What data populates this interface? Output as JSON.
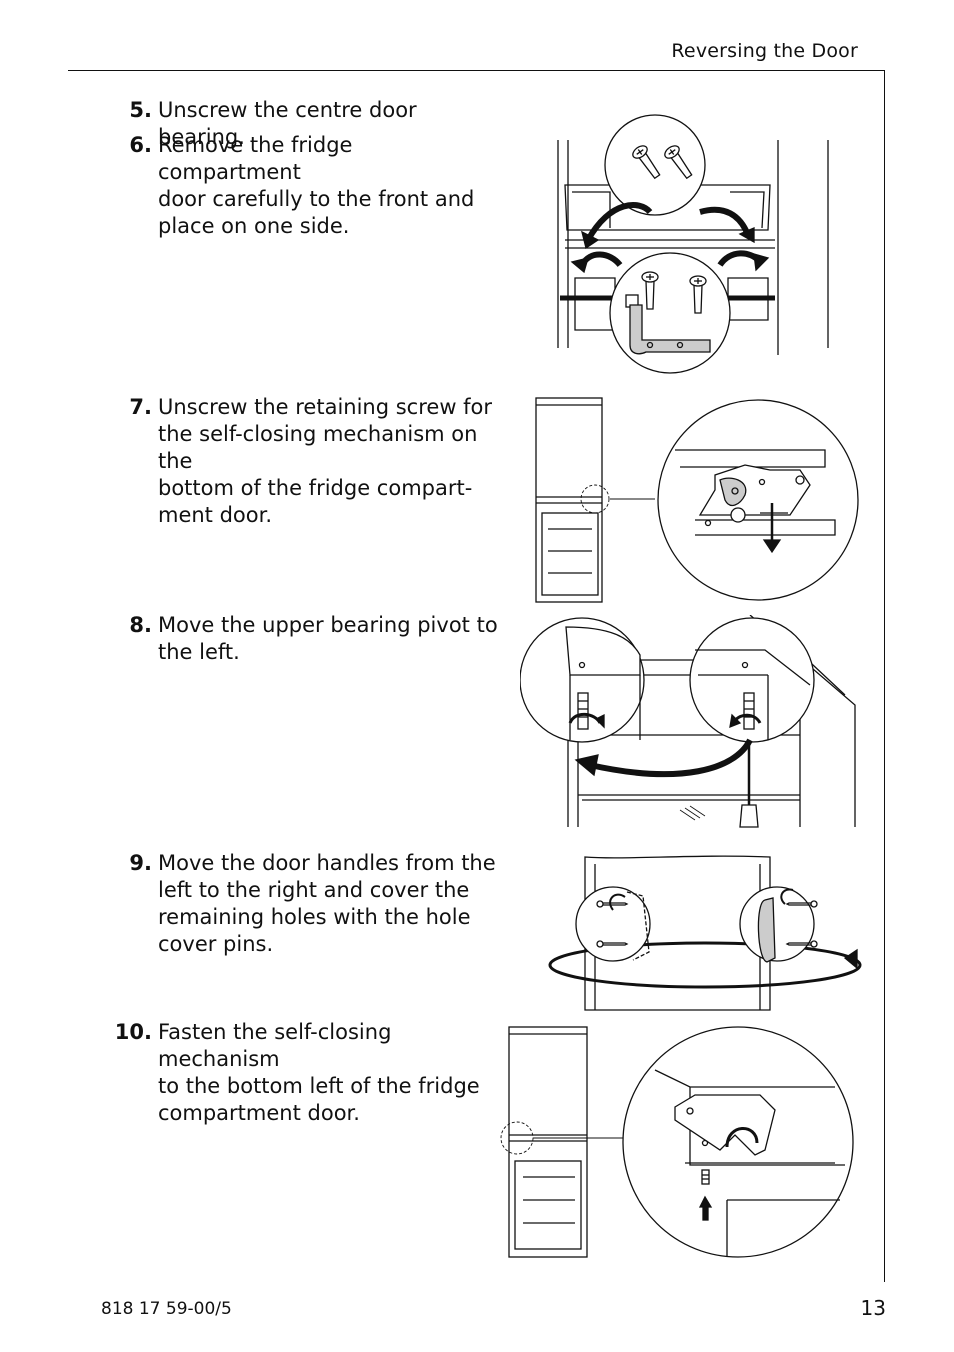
{
  "header": {
    "title": "Reversing the Door"
  },
  "steps": [
    {
      "number": "5.",
      "text": "Unscrew the centre door bearing."
    },
    {
      "number": "6.",
      "text": "Remove the fridge compartment\ndoor carefully to the front and\nplace on one side."
    },
    {
      "number": "7.",
      "text": "Unscrew the retaining screw for\nthe self-closing mechanism on the\nbottom of the fridge compart-\nment door."
    },
    {
      "number": "8.",
      "text": "Move the upper bearing pivot to\nthe left."
    },
    {
      "number": "9.",
      "text": "Move the door handles from the\nleft to the right and cover the\nremaining holes with the hole\ncover pins."
    },
    {
      "number": "10.",
      "text": "Fasten the self-closing mechanism\nto the bottom left of the fridge\ncompartment door."
    }
  ],
  "footer": {
    "doc_number": "818 17 59-00/5",
    "page_number": "13"
  }
}
